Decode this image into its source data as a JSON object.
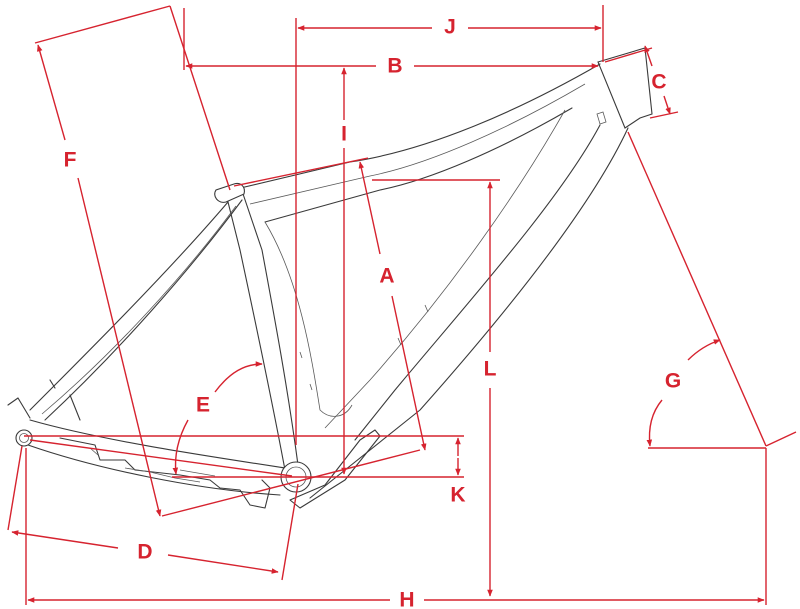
{
  "colors": {
    "dimension": "#d6232f",
    "frame": "#3a3a3a",
    "background": "#ffffff"
  },
  "labels": {
    "A": "A",
    "B": "B",
    "C": "C",
    "D": "D",
    "E": "E",
    "F": "F",
    "G": "G",
    "H": "H",
    "I": "I",
    "J": "J",
    "K": "K",
    "L": "L"
  }
}
